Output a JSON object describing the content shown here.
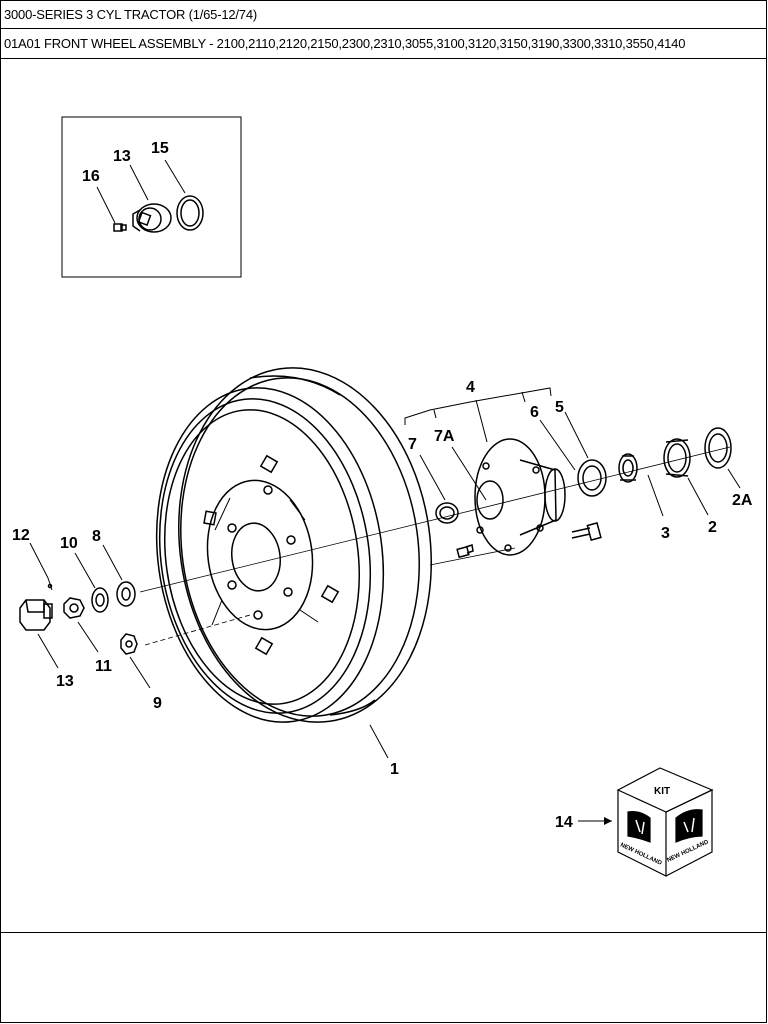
{
  "header": {
    "title": "3000-SERIES 3 CYL TRACTOR (1/65-12/74)",
    "subtitle": "01A01 FRONT WHEEL ASSEMBLY - 2100,2110,2120,2150,2300,2310,3055,3100,3120,3150,3190,3300,3310,3550,4140"
  },
  "callouts": {
    "c1": "1",
    "c2": "2",
    "c2a": "2A",
    "c3": "3",
    "c4": "4",
    "c5": "5",
    "c6": "6",
    "c7": "7",
    "c7a": "7A",
    "c8": "8",
    "c9": "9",
    "c10": "10",
    "c11": "11",
    "c12": "12",
    "c13_main": "13",
    "c13_inset": "13",
    "c14": "14",
    "c15": "15",
    "c16": "16"
  },
  "kit_box": {
    "label": "KIT",
    "brand_left": "NEW HOLLAND",
    "brand_right": "NEW HOLLAND"
  }
}
